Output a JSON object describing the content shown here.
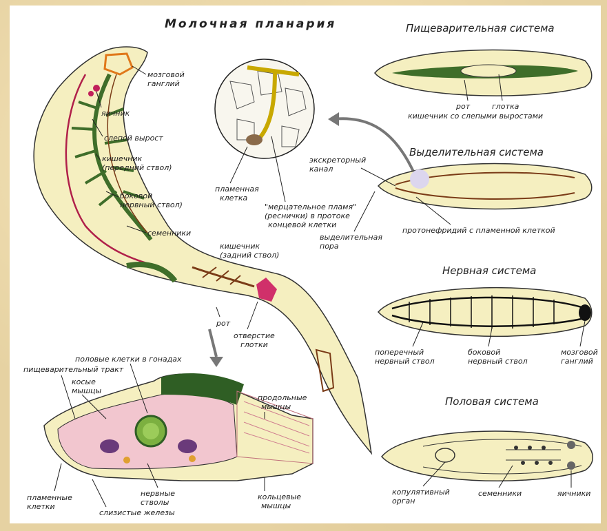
{
  "title": "Молочная планария",
  "systems": {
    "digestive": {
      "title": "Пищеварительная система",
      "labels": {
        "mouth": "рот",
        "pharynx": "глотка",
        "intestine": "кишечник со слепыми выростами"
      }
    },
    "excretory": {
      "title": "Выделительная система",
      "labels": {
        "canal": "экскреторный канал",
        "protonephridium": "протонефридий с пламенной клеткой",
        "pore": "выделительная пора"
      }
    },
    "nervous": {
      "title": "Нервная система",
      "labels": {
        "transverse": "поперечный нервный ствол",
        "lateral": "боковой нервный ствол",
        "ganglion": "мозговой ганглий"
      }
    },
    "reproductive": {
      "title": "Половая система",
      "labels": {
        "copulatory": "копулятивный орган",
        "testes": "семенники",
        "ovaries": "яичники"
      }
    }
  },
  "body_labels": {
    "brain_ganglion": "мозговой ганглий",
    "ovary": "яичник",
    "blind_outgrowth": "слепой вырост",
    "intestine_front": "кишечник (передний ствол)",
    "lateral_nerve": "боковой нервный ствол)",
    "testes": "семенники",
    "intestine_back": "кишечник (задний ствол)",
    "mouth": "рот",
    "pharynx_opening": "отверстие глотки"
  },
  "zoom_labels": {
    "flame_cell": "пламенная клетка",
    "flicker_flame": "\"мерцательное пламя\" (реснички) в протоке концевой клетки"
  },
  "cross_section_labels": {
    "gonad_cells": "половые клетки в гонадах",
    "digestive_tract": "пищеварительный тракт",
    "oblique_muscles": "косые мышцы",
    "longitudinal_muscles": "продольные мышцы",
    "flame_cells": "пламенные клетки",
    "nerve_trunks": "нервные стволы",
    "mucous_glands": "слизистые железы",
    "ring_muscles": "кольцевые мышцы"
  },
  "colors": {
    "body": "#f5efc0",
    "gut": "#3f6e2a",
    "nerve": "#7a3b17",
    "ovary": "#c0205a",
    "brain": "#e0781a"
  }
}
